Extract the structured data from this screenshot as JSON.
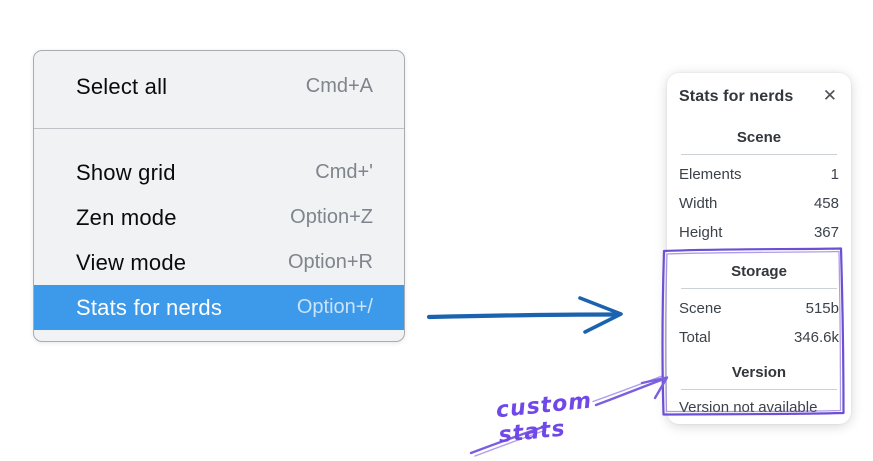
{
  "context_menu": {
    "items": [
      {
        "label": "Select all",
        "shortcut": "Cmd+A",
        "selected": false
      },
      {
        "label": "Show grid",
        "shortcut": "Cmd+'",
        "selected": false
      },
      {
        "label": "Zen mode",
        "shortcut": "Option+Z",
        "selected": false
      },
      {
        "label": "View mode",
        "shortcut": "Option+R",
        "selected": false
      },
      {
        "label": "Stats for nerds",
        "shortcut": "Option+/",
        "selected": true
      }
    ],
    "selected_item": "Stats for nerds",
    "highlight_color": "#3d99ea"
  },
  "stats_panel": {
    "title": "Stats for nerds",
    "close_glyph": "✕",
    "sections": [
      {
        "heading": "Scene",
        "rows": [
          {
            "label": "Elements",
            "value": "1"
          },
          {
            "label": "Width",
            "value": "458"
          },
          {
            "label": "Height",
            "value": "367"
          }
        ]
      },
      {
        "heading": "Storage",
        "rows": [
          {
            "label": "Scene",
            "value": "515b"
          },
          {
            "label": "Total",
            "value": "346.6k"
          }
        ]
      },
      {
        "heading": "Version",
        "note": "Version not available"
      }
    ]
  },
  "annotations": {
    "label": "custom stats",
    "label_color": "#7048e8",
    "box_color": "#6c4fd4",
    "pointer_arrow_color": "#1b63ae"
  }
}
